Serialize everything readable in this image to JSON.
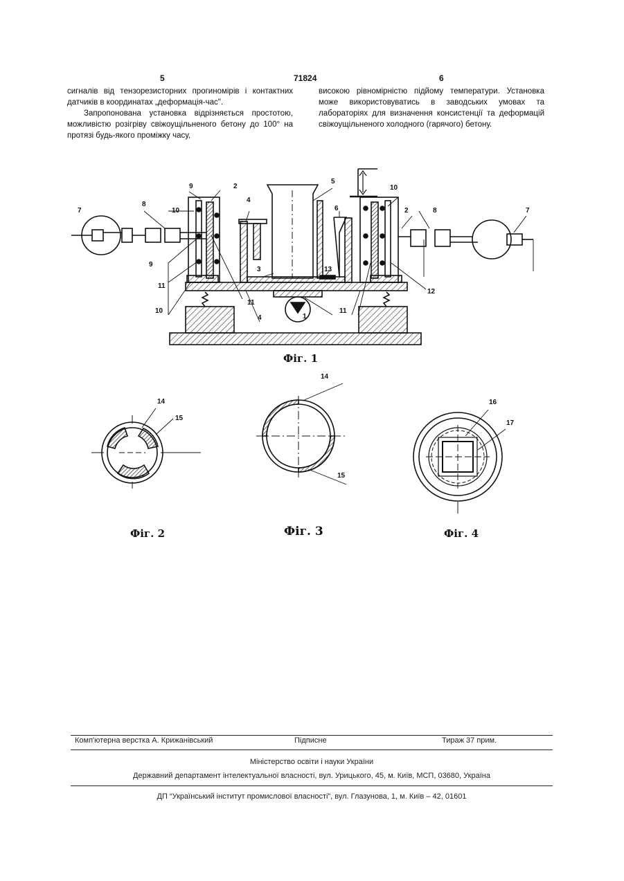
{
  "header": {
    "left_page": "5",
    "patent_number": "71824",
    "right_page": "6"
  },
  "columns": {
    "left": [
      "сигналів від тензорезисторних прогиномірів і контактних датчиків в координатах „деформація-час\".",
      "Запропонована установка відрізняється простотою, можливістю розігріву свіжоущільненого бетону до 100° на протязі будь-якого проміжку часу,"
    ],
    "right": [
      "високою рівномірністю підйому температури. Установка може використовуватись в заводських умовах та лабораторіях для визначення консистенції та деформацій свіжоущільненого холодного (гарячого) бетону."
    ]
  },
  "figure_labels": {
    "fig1": [
      "1",
      "2",
      "2",
      "3",
      "4",
      "4",
      "5",
      "6",
      "7",
      "7",
      "8",
      "8",
      "9",
      "9",
      "10",
      "10",
      "10",
      "11",
      "11",
      "11",
      "12",
      "13"
    ],
    "fig2": [
      "14",
      "15"
    ],
    "fig3": [
      "14",
      "15"
    ],
    "fig4": [
      "16",
      "17"
    ]
  },
  "captions": {
    "fig1": "Фіг. 1",
    "fig2": "Фіг. 2",
    "fig3": "Фіг. 3",
    "fig4": "Фіг. 4"
  },
  "footer": {
    "layout": "Комп'ютерна верстка А. Крижанівський",
    "signed": "Підписне",
    "circulation": "Тираж 37 прим.",
    "ministry": "Міністерство освіти і науки України",
    "department": "Державний департамент інтелектуальної власності, вул. Урицького, 45, м. Київ, МСП, 03680, Україна",
    "institute": "ДП “Український інститут промислової власності”, вул. Глазунова, 1, м. Київ – 42, 01601"
  }
}
